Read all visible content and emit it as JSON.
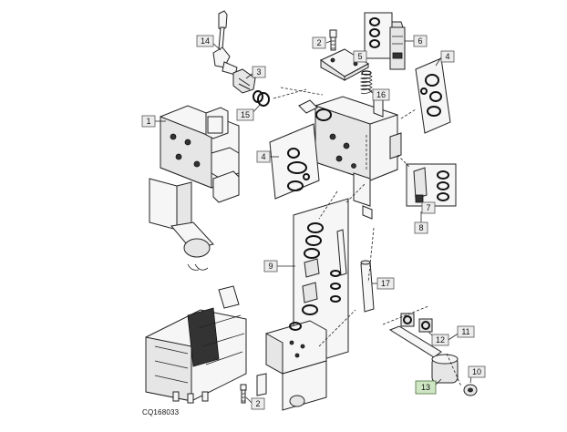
{
  "diagram": {
    "reference_code": "CQ168033",
    "callouts": [
      {
        "id": "c14",
        "label": "14"
      },
      {
        "id": "c3",
        "label": "3"
      },
      {
        "id": "c15",
        "label": "15"
      },
      {
        "id": "c2a",
        "label": "2"
      },
      {
        "id": "c6",
        "label": "6"
      },
      {
        "id": "c5",
        "label": "5"
      },
      {
        "id": "c16",
        "label": "16"
      },
      {
        "id": "c4a",
        "label": "4"
      },
      {
        "id": "c1",
        "label": "1"
      },
      {
        "id": "c4b",
        "label": "4"
      },
      {
        "id": "c7",
        "label": "7"
      },
      {
        "id": "c8",
        "label": "8"
      },
      {
        "id": "c9",
        "label": "9"
      },
      {
        "id": "c17",
        "label": "17"
      },
      {
        "id": "c11",
        "label": "11"
      },
      {
        "id": "c12",
        "label": "12"
      },
      {
        "id": "c13",
        "label": "13"
      },
      {
        "id": "c10",
        "label": "10"
      },
      {
        "id": "c2b",
        "label": "2"
      }
    ],
    "highlighted_callout": "13",
    "colors": {
      "callout_fill": "#ececec",
      "highlight_fill": "#cfe6c4",
      "line": "#222222"
    }
  }
}
